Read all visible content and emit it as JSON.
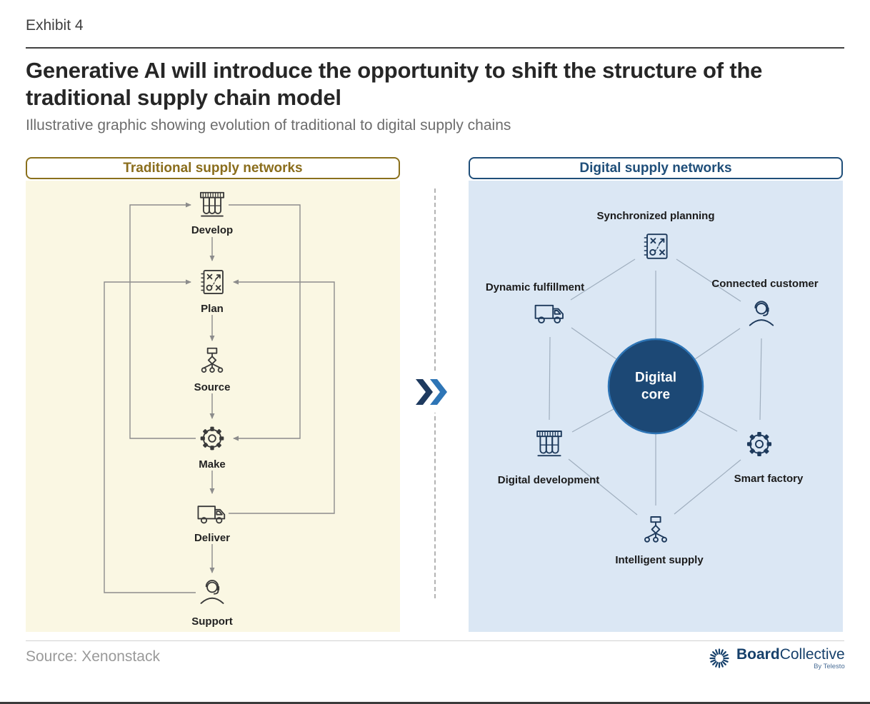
{
  "page": {
    "exhibit_label": "Exhibit 4",
    "title": "Generative AI will introduce the opportunity to shift the structure of the traditional supply chain model",
    "subtitle": "Illustrative graphic showing evolution of traditional to digital supply chains",
    "source": "Source: Xenonstack"
  },
  "traditional": {
    "header": "Traditional supply networks",
    "steps": [
      {
        "label": "Develop",
        "icon": "test-tubes-icon"
      },
      {
        "label": "Plan",
        "icon": "strategy-board-icon"
      },
      {
        "label": "Source",
        "icon": "hierarchy-icon"
      },
      {
        "label": "Make",
        "icon": "gear-icon"
      },
      {
        "label": "Deliver",
        "icon": "truck-icon"
      },
      {
        "label": "Support",
        "icon": "headset-person-icon"
      }
    ]
  },
  "digital": {
    "header": "Digital supply networks",
    "core_label": "Digital core",
    "nodes": [
      {
        "label": "Synchronized planning",
        "icon": "strategy-board-icon",
        "position": "top"
      },
      {
        "label": "Connected customer",
        "icon": "headset-person-icon",
        "position": "top-right"
      },
      {
        "label": "Smart factory",
        "icon": "gear-icon",
        "position": "bottom-right"
      },
      {
        "label": "Intelligent supply",
        "icon": "hierarchy-icon",
        "position": "bottom"
      },
      {
        "label": "Digital development",
        "icon": "test-tubes-icon",
        "position": "bottom-left"
      },
      {
        "label": "Dynamic fulfillment",
        "icon": "truck-icon",
        "position": "top-left"
      }
    ]
  },
  "divider": {
    "chevron_icon": "double-chevron-right-icon"
  },
  "branding": {
    "logo_bold": "Board",
    "logo_regular": "Collective",
    "logo_tagline": "By Telesto"
  },
  "colors": {
    "traditional_bg": "#FAF7E3",
    "traditional_accent": "#8A6D1C",
    "digital_bg": "#DBE7F4",
    "digital_accent": "#1F4E79",
    "core_fill": "#1C4875",
    "core_ring": "#2E75B6",
    "chevron_dark": "#1E3A5F",
    "chevron_light": "#2E75B6",
    "flow_line": "#8C8C8C",
    "network_line": "#9FAEBE"
  }
}
